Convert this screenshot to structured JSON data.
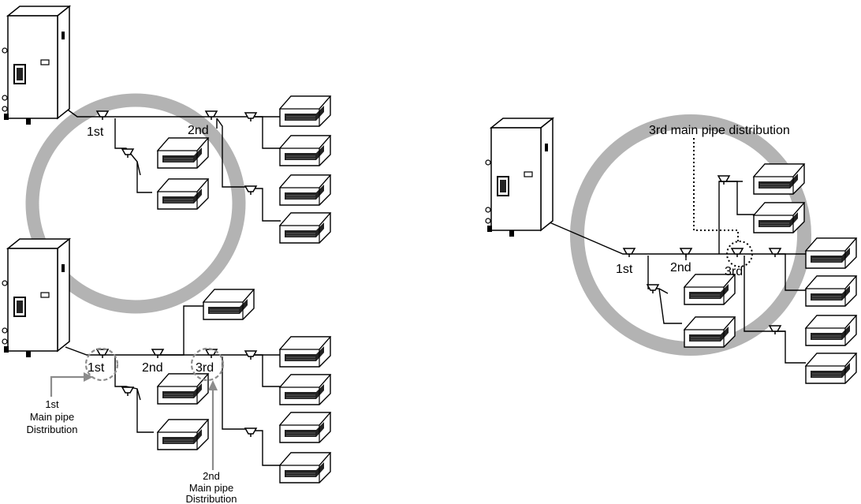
{
  "diagram_1": {
    "branch_labels": [
      "1st",
      "2nd"
    ]
  },
  "diagram_2": {
    "branch_labels": [
      "1st",
      "2nd",
      "3rd"
    ],
    "callout_1": [
      "1st",
      "Main pipe",
      "Distribution"
    ],
    "callout_2": [
      "2nd",
      "Main pipe",
      "Distribution"
    ]
  },
  "diagram_3": {
    "branch_labels": [
      "1st",
      "2nd",
      "3rd"
    ],
    "callout": "3rd main pipe distribution"
  },
  "colors": {
    "ring": "#b3b3b3",
    "line": "#000000",
    "callout_gray": "#8c8c8c"
  },
  "icons": [
    "outdoor-unit-icon",
    "cassette-indoor-unit-icon",
    "y-branch-joint-icon"
  ]
}
